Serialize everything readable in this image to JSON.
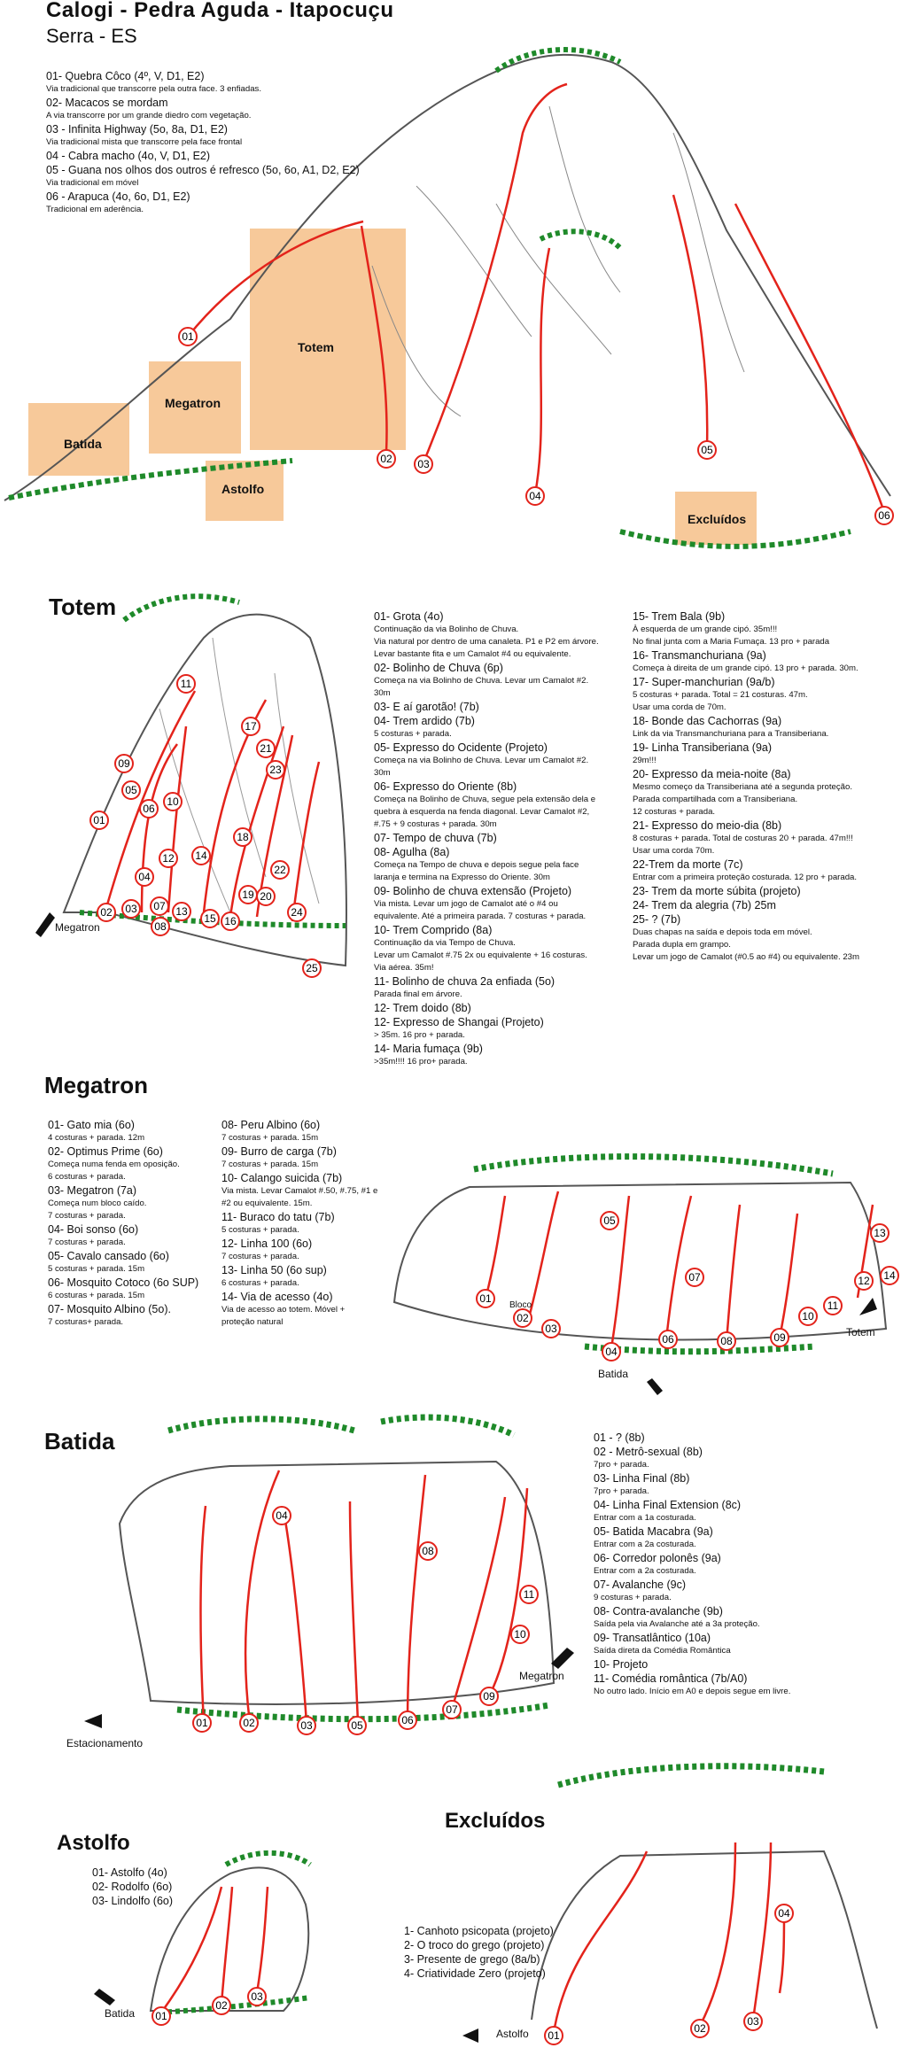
{
  "header": {
    "title": "Calogi - Pedra Aguda - Itapocuçu",
    "subtitle": "Serra - ES"
  },
  "overview": {
    "routes": [
      {
        "t": "01- Quebra Côco (4º, V, D1, E2)",
        "d": "Via tradicional que transcorre pela outra face. 3 enfiadas."
      },
      {
        "t": "02- Macacos se mordam",
        "d": "A via transcorre por um grande diedro com vegetação."
      },
      {
        "t": "03 - Infinita Highway (5o, 8a, D1, E2)",
        "d": "Via tradicional mista que transcorre pela face frontal"
      },
      {
        "t": "04 - Cabra macho (4o, V, D1, E2)",
        "d": ""
      },
      {
        "t": "05 - Guana nos olhos dos outros é refresco (5o, 6o, A1, D2, E2)",
        "d": "Via tradicional em móvel"
      },
      {
        "t": "06 - Arapuca (4o, 6o, D1, E2)",
        "d": "Tradicional em aderência."
      }
    ],
    "zones": {
      "batida": "Batida",
      "megatron": "Megatron",
      "totem": "Totem",
      "astolfo": "Astolfo",
      "excluidos": "Excluídos"
    }
  },
  "totem": {
    "title": "Totem",
    "arrow": "Megatron",
    "col1": [
      {
        "t": "01-  Grota (4o)",
        "d": "Continuação da via Bolinho de Chuva.|Via natural por dentro de uma canaleta. P1 e P2 em árvore.|Levar bastante fita e um Camalot #4 ou equivalente."
      },
      {
        "t": "02- Bolinho de Chuva (6p)",
        "d": "Começa na via Bolinho de Chuva. Levar um Camalot #2.|30m"
      },
      {
        "t": "03- E aí garotão! (7b)",
        "d": ""
      },
      {
        "t": "04- Trem ardido (7b)",
        "d": "5 costuras + parada."
      },
      {
        "t": "05- Expresso do Ocidente (Projeto)",
        "d": "Começa na via Bolinho de Chuva. Levar um Camalot #2.|30m"
      },
      {
        "t": "06- Expresso do Oriente (8b)",
        "d": "Começa na Bolinho de Chuva, segue pela extensão dela e|quebra à esquerda na fenda diagonal. Levar Camalot #2,|#.75 + 9 costuras + parada. 30m"
      },
      {
        "t": "07- Tempo de chuva (7b)",
        "d": ""
      },
      {
        "t": "08- Agulha (8a)",
        "d": "Começa na Tempo de chuva e depois segue pela face|laranja e termina na Expresso do Oriente. 30m"
      },
      {
        "t": "09- Bolinho de chuva extensão (Projeto)",
        "d": "Via mista. Levar um jogo de Camalot até o #4 ou|equivalente. Até a primeira parada. 7 costuras + parada."
      },
      {
        "t": "10- Trem Comprido (8a)",
        "d": "Continuação da via Tempo de Chuva.|Levar um Camalot #.75 2x ou equivalente + 16 costuras.|Via aérea. 35m!"
      },
      {
        "t": "11- Bolinho de chuva 2a enfiada (5o)",
        "d": "Parada final em árvore."
      },
      {
        "t": "12- Trem doido (8b)",
        "d": ""
      },
      {
        "t": "12- Expresso de Shangai (Projeto)",
        "d": "> 35m. 16 pro + parada."
      },
      {
        "t": "14- Maria fumaça (9b)",
        "d": " >35m!!!! 16 pro+ parada."
      }
    ],
    "col2": [
      {
        "t": "15- Trem Bala (9b)",
        "d": "À esquerda de um grande cipó. 35m!!!|No final junta com a Maria Fumaça. 13 pro + parada"
      },
      {
        "t": "16- Transmanchuriana (9a)",
        "d": "Começa à direita de um grande cipó. 13 pro + parada. 30m."
      },
      {
        "t": "17- Super-manchurian (9a/b)",
        "d": "5 costuras + parada. Total = 21 costuras. 47m.|Usar uma corda de 70m."
      },
      {
        "t": "18- Bonde das Cachorras (9a)",
        "d": "Link da via Transmanchuriana para a Transiberiana."
      },
      {
        "t": "19- Linha Transiberiana (9a)",
        "d": "29m!!!"
      },
      {
        "t": "20- Expresso da meia-noite (8a)",
        "d": "Mesmo começo da Transiberiana até a segunda proteção.|Parada compartilhada com a Transiberiana.|12 costuras + parada."
      },
      {
        "t": "21- Expresso do meio-dia (8b)",
        "d": "8 costuras + parada. Total de costuras 20 + parada. 47m!!!|Usar uma corda 70m."
      },
      {
        "t": "22-Trem da morte (7c)",
        "d": "Entrar com a primeira proteção costurada. 12 pro + parada."
      },
      {
        "t": "23- Trem da morte súbita (projeto)",
        "d": ""
      },
      {
        "t": "24- Trem da alegria (7b) 25m",
        "d": ""
      },
      {
        "t": "25- ? (7b)",
        "d": "Duas chapas na saída e depois toda em móvel.|Parada dupla em grampo.|Levar um jogo de Camalot (#0.5 ao #4) ou equivalente. 23m"
      }
    ]
  },
  "megatron": {
    "title": "Megatron",
    "arrow_totem": "Totem",
    "arrow_batida": "Batida",
    "bloco": "Bloco",
    "col1": [
      {
        "t": "01- Gato mia (6o)",
        "d": "4 costuras + parada. 12m"
      },
      {
        "t": "02- Optimus Prime (6o)",
        "d": "Começa numa fenda em oposição.|6 costuras + parada."
      },
      {
        "t": "03- Megatron (7a)",
        "d": "Começa num bloco caído.|7 costuras + parada."
      },
      {
        "t": "04- Boi sonso (6o)",
        "d": "7 costuras + parada."
      },
      {
        "t": "05- Cavalo cansado (6o)",
        "d": "5 costuras + parada. 15m"
      },
      {
        "t": "06- Mosquito Cotoco (6o SUP)",
        "d": "6 costuras + parada. 15m"
      },
      {
        "t": "07- Mosquito Albino (5o).",
        "d": "7 costuras+ parada."
      }
    ],
    "col2": [
      {
        "t": "08- Peru Albino (6o)",
        "d": " 7 costuras + parada. 15m"
      },
      {
        "t": "09- Burro de carga (7b)",
        "d": "7 costuras + parada. 15m"
      },
      {
        "t": "10- Calango suicida (7b)",
        "d": "Via mista. Levar Camalot #.50, #.75, #1 e|#2 ou equivalente. 15m."
      },
      {
        "t": "11- Buraco do tatu (7b)",
        "d": "5 costuras + parada."
      },
      {
        "t": "12- Linha 100 (6o)",
        "d": "7 costuras + parada."
      },
      {
        "t": "13- Linha 50 (6o sup)",
        "d": "6 costuras + parada."
      },
      {
        "t": "14- Via de acesso (4o)",
        "d": "Via de acesso ao totem. Móvel +|proteção natural"
      }
    ]
  },
  "batida": {
    "title": "Batida",
    "arrow_left": "Estacionamento",
    "arrow_megatron": "Megatron",
    "routes": [
      {
        "t": "01 - ? (8b)",
        "d": ""
      },
      {
        "t": "02 - Metrô-sexual (8b)",
        "d": "7pro + parada."
      },
      {
        "t": "03- Linha Final (8b)",
        "d": "7pro + parada."
      },
      {
        "t": "04- Linha Final Extension (8c)",
        "d": "Entrar com a 1a costurada."
      },
      {
        "t": "05- Batida Macabra (9a)",
        "d": "Entrar com a 2a costurada."
      },
      {
        "t": "06- Corredor polonês (9a)",
        "d": "Entrar com a 2a costurada."
      },
      {
        "t": "07- Avalanche (9c)",
        "d": "9 costuras + parada."
      },
      {
        "t": "08- Contra-avalanche (9b)",
        "d": "Saída pela via Avalanche até a 3a proteção."
      },
      {
        "t": "09- Transatlântico (10a)",
        "d": "Saída direta da Comédia Romântica"
      },
      {
        "t": "10- Projeto",
        "d": ""
      },
      {
        "t": "11- Comédia romântica (7b/A0)",
        "d": "No outro lado. Início em A0 e depois segue em livre."
      }
    ]
  },
  "astolfo": {
    "title": "Astolfo",
    "arrow": "Batida",
    "routes": [
      "01- Astolfo (4o)",
      "02- Rodolfo (6o)",
      "03- Lindolfo (6o)"
    ]
  },
  "excluidos": {
    "title": "Excluídos",
    "arrow": "Astolfo",
    "routes": [
      "1- Canhoto psicopata (projeto)",
      "2- O troco do grego (projeto)",
      "3- Presente de grego (8a/b)",
      "4- Criatividade Zero (projeto)"
    ]
  },
  "colors": {
    "route": "#e3231b",
    "veg": "#1f8a2a",
    "zone": "#f7c99a",
    "rock": "#555555"
  },
  "markers": {
    "overview": [
      "01",
      "02",
      "03",
      "04",
      "05",
      "06"
    ],
    "totem": [
      "01",
      "02",
      "03",
      "04",
      "05",
      "06",
      "07",
      "08",
      "09",
      "10",
      "11",
      "12",
      "13",
      "14",
      "15",
      "16",
      "17",
      "18",
      "19",
      "20",
      "21",
      "22",
      "23",
      "24",
      "25"
    ],
    "megatron": [
      "01",
      "02",
      "03",
      "04",
      "05",
      "06",
      "07",
      "08",
      "09",
      "10",
      "11",
      "12",
      "13",
      "14"
    ],
    "batida": [
      "01",
      "02",
      "03",
      "04",
      "05",
      "06",
      "07",
      "08",
      "09",
      "10",
      "11"
    ],
    "astolfo": [
      "01",
      "02",
      "03"
    ],
    "excluidos": [
      "01",
      "02",
      "03",
      "04"
    ]
  }
}
